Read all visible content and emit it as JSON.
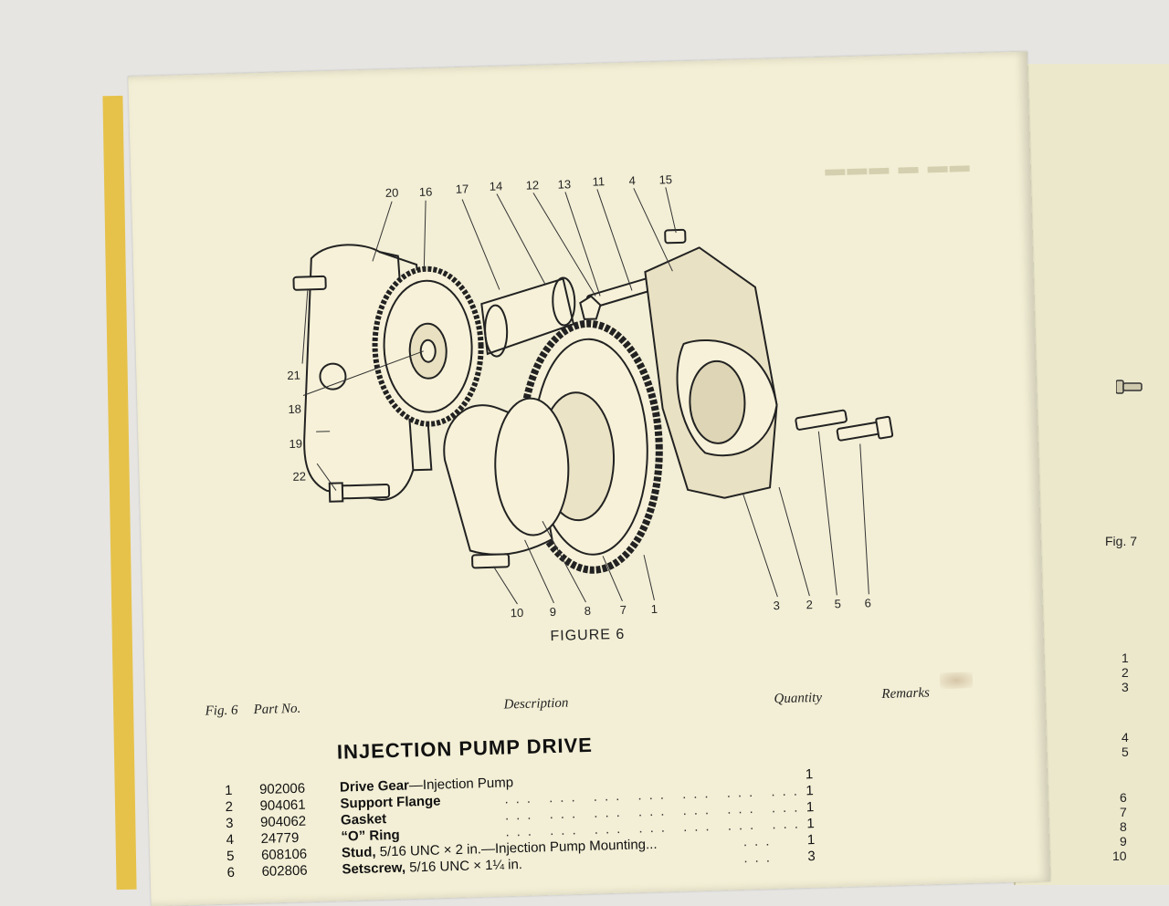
{
  "figure": {
    "title": "FIGURE 6",
    "callouts": [
      "20",
      "16",
      "17",
      "14",
      "12",
      "13",
      "11",
      "4",
      "15",
      "21",
      "18",
      "19",
      "22",
      "10",
      "9",
      "8",
      "7",
      "1",
      "3",
      "2",
      "5",
      "6"
    ]
  },
  "table": {
    "headers": {
      "fig": "Fig. 6",
      "part_no": "Part No.",
      "description": "Description",
      "quantity": "Quantity",
      "remarks": "Remarks"
    },
    "section_title": "INJECTION PUMP DRIVE",
    "rows": [
      {
        "fig": "1",
        "part_no": "902006",
        "name": "Drive Gear",
        "detail": "—Injection Pump",
        "dots": "... ... ... ... ...",
        "qty": "1"
      },
      {
        "fig": "2",
        "part_no": "904061",
        "name": "Support Flange",
        "detail": "",
        "dots": "... ... ... ... ... ... ...",
        "qty": "1"
      },
      {
        "fig": "3",
        "part_no": "904062",
        "name": "Gasket",
        "detail": "",
        "dots": "... ... ... ... ... ... ...",
        "qty": "1"
      },
      {
        "fig": "4",
        "part_no": "24779",
        "name": "“O” Ring",
        "detail": "",
        "dots": "... ... ... ... ... ... ...",
        "qty": "1"
      },
      {
        "fig": "5",
        "part_no": "608106",
        "name": "Stud,",
        "detail": " 5/16 UNC × 2 in.—Injection Pump Mounting...",
        "dots": "...",
        "qty": "1"
      },
      {
        "fig": "6",
        "part_no": "602806",
        "name": "Setscrew,",
        "detail": " 5/16 UNC × 1¼ in.",
        "dots": "...",
        "qty": "3"
      }
    ]
  },
  "right_page": {
    "fig_label": "Fig. 7",
    "row_numbers": [
      "1",
      "2",
      "3",
      "4",
      "5",
      "6",
      "7",
      "8",
      "9",
      "10"
    ]
  }
}
